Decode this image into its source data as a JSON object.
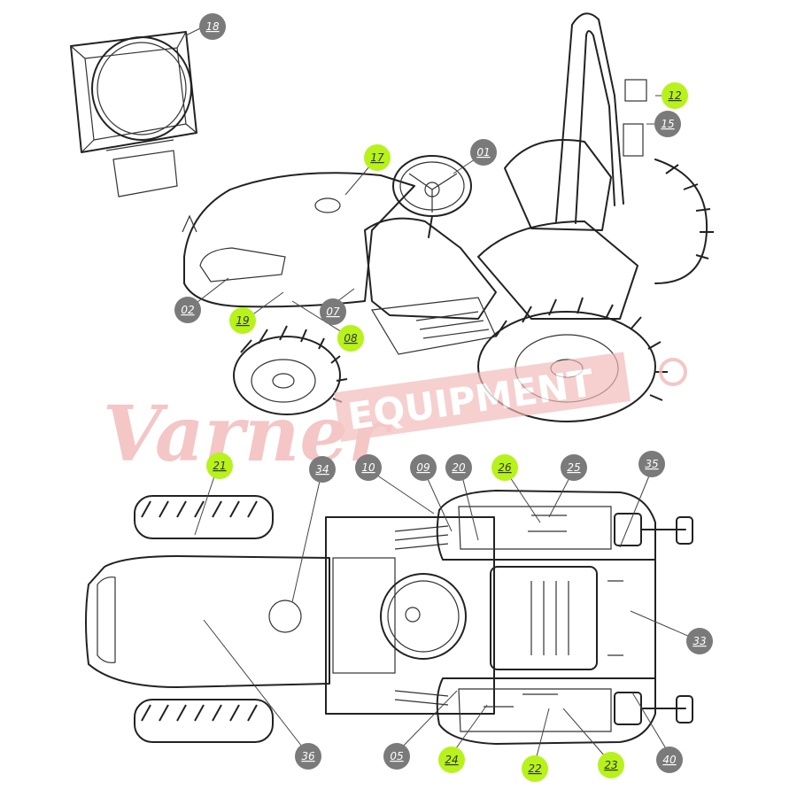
{
  "diagram": {
    "watermark": {
      "script_text": "Varner",
      "block_text": "EQUIPMENT",
      "color": "#f2b8b8"
    },
    "colors": {
      "callout_default": "#7a7a7a",
      "callout_highlight": "#b7f21b",
      "text_default": "#ffffff",
      "text_highlight": "#333333",
      "line": "#222222"
    },
    "callouts": [
      {
        "id": "18",
        "label": "18",
        "highlight": false
      },
      {
        "id": "12",
        "label": "12",
        "highlight": true
      },
      {
        "id": "15",
        "label": "15",
        "highlight": false
      },
      {
        "id": "17",
        "label": "17",
        "highlight": true
      },
      {
        "id": "01",
        "label": "01",
        "highlight": false
      },
      {
        "id": "02",
        "label": "02",
        "highlight": false
      },
      {
        "id": "19",
        "label": "19",
        "highlight": true
      },
      {
        "id": "07",
        "label": "07",
        "highlight": false
      },
      {
        "id": "08",
        "label": "08",
        "highlight": true
      },
      {
        "id": "21a",
        "label": "21",
        "highlight": true
      },
      {
        "id": "34",
        "label": "34",
        "highlight": false
      },
      {
        "id": "10",
        "label": "10",
        "highlight": false
      },
      {
        "id": "09",
        "label": "09",
        "highlight": false
      },
      {
        "id": "20",
        "label": "20",
        "highlight": false
      },
      {
        "id": "26",
        "label": "26",
        "highlight": true
      },
      {
        "id": "25",
        "label": "25",
        "highlight": false
      },
      {
        "id": "35",
        "label": "35",
        "highlight": false
      },
      {
        "id": "33",
        "label": "33",
        "highlight": false
      },
      {
        "id": "36",
        "label": "36",
        "highlight": false
      },
      {
        "id": "05",
        "label": "05",
        "highlight": false
      },
      {
        "id": "24",
        "label": "24",
        "highlight": true
      },
      {
        "id": "22",
        "label": "22",
        "highlight": true
      },
      {
        "id": "23",
        "label": "23",
        "highlight": true
      },
      {
        "id": "40",
        "label": "40",
        "highlight": false
      }
    ]
  }
}
